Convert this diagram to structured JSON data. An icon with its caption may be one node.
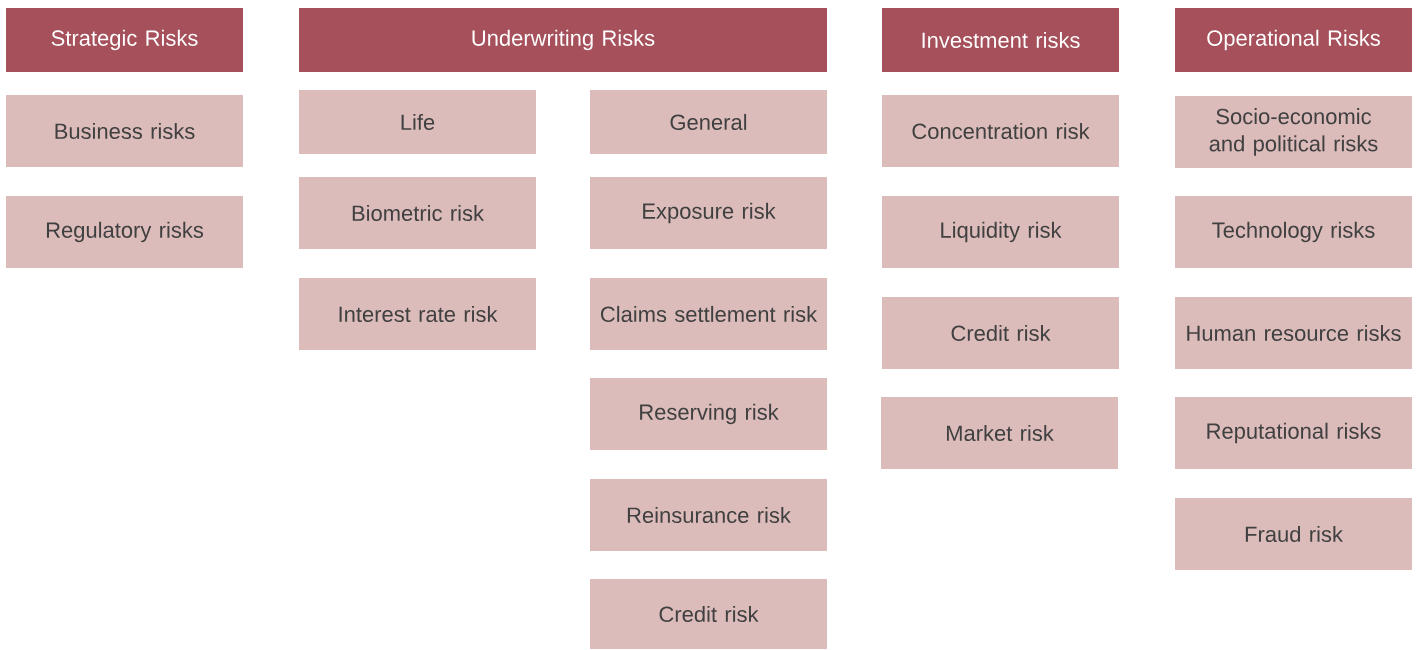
{
  "diagram": {
    "nodes": [
      {
        "text": [
          "Strategic Risks"
        ]
      },
      {
        "text": [
          "Business risks"
        ]
      },
      {
        "text": [
          "Regulatory risks"
        ]
      },
      {
        "text": [
          "Underwriting Risks"
        ]
      },
      {
        "text": [
          "Life"
        ]
      },
      {
        "text": [
          "General"
        ]
      },
      {
        "text": [
          "Biometric risk"
        ]
      },
      {
        "text": [
          "Interest rate risk"
        ]
      },
      {
        "text": [
          "Exposure risk"
        ]
      },
      {
        "text": [
          "Claims settlement risk"
        ]
      },
      {
        "text": [
          "Reserving risk"
        ]
      },
      {
        "text": [
          "Reinsurance risk"
        ]
      },
      {
        "text": [
          "Credit risk"
        ]
      },
      {
        "text": [
          "Investment risks"
        ]
      },
      {
        "text": [
          "Concentration risk"
        ]
      },
      {
        "text": [
          "Liquidity risk"
        ]
      },
      {
        "text": [
          "Credit risk"
        ]
      },
      {
        "text": [
          "Market risk"
        ]
      },
      {
        "text": [
          "Operational Risks"
        ]
      },
      {
        "text": [
          "Socio-economic and political risks"
        ]
      },
      {
        "text": [
          "Technology risks"
        ]
      },
      {
        "text": [
          "Human resource risks"
        ]
      },
      {
        "text": [
          "Reputational risks"
        ]
      },
      {
        "text": [
          "Fraud risk"
        ]
      }
    ]
  }
}
